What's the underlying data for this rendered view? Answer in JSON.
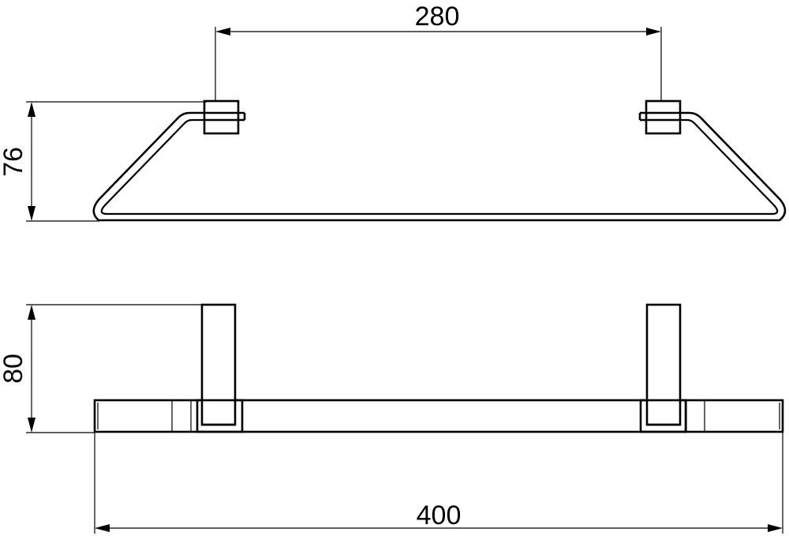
{
  "drawing": {
    "dimensions": {
      "top_mounting_span": "280",
      "top_depth": "76",
      "front_height": "80",
      "overall_length": "400"
    }
  }
}
